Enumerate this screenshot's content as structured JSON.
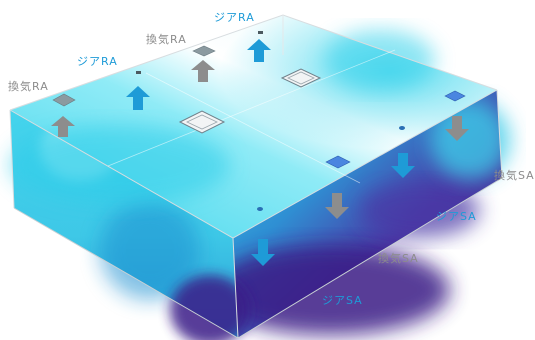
{
  "labels": {
    "zia_ra_top": "ジアRA",
    "kanki_ra_top": "換気RA",
    "zia_ra_mid": "ジアRA",
    "kanki_ra_left": "換気RA",
    "kanki_sa_right": "換気SA",
    "zia_sa_mid": "ジアSA",
    "kanki_sa_mid": "換気SA",
    "zia_sa_bottom": "ジアSA"
  },
  "colors": {
    "zia_blue": "#1e9bd7",
    "kanki_gray": "#8c8c8c",
    "air_light": "#6ee4f2",
    "air_deep": "#3a1e86"
  },
  "legend": {
    "zia": "up/down blue arrows",
    "kanki": "up/down gray arrows"
  }
}
